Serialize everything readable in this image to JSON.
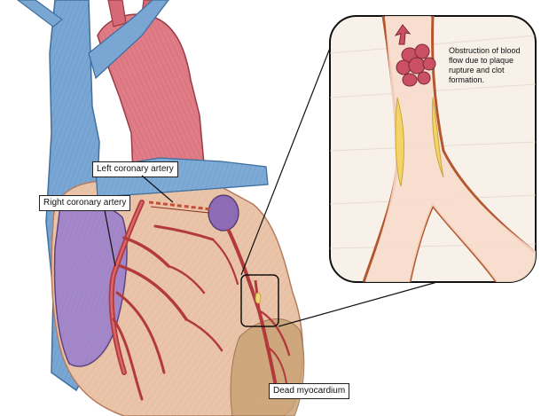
{
  "labels": {
    "left_coronary": "Left coronary artery",
    "right_coronary": "Right coronary artery",
    "dead_myocardium": "Dead myocardium",
    "obstruction": "Obstruction of blood flow due to plaque rupture and clot formation."
  },
  "colors": {
    "heart_tissue": "#e9c3a8",
    "artery": "#b8393e",
    "aorta": "#d9707a",
    "vein": "#6f9fce",
    "atrium": "#9b7fc0",
    "plaque": "#f2d77a",
    "dead_zone": "#c8a47a"
  }
}
